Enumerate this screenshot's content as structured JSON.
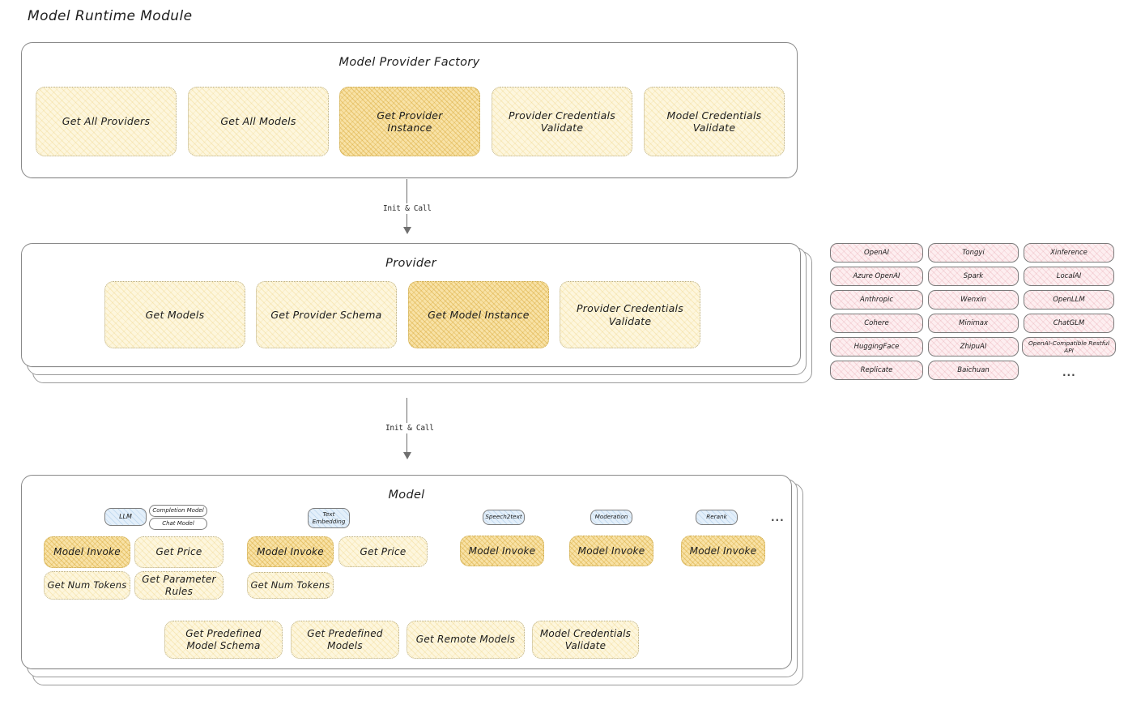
{
  "page": {
    "title": "Model Runtime Module"
  },
  "arrows": [
    {
      "label": "Init & Call"
    },
    {
      "label": "Init & Call"
    }
  ],
  "groups": [
    {
      "id": "model-provider-factory",
      "title": "Model Provider Factory",
      "boxes": [
        {
          "label": "Get All Providers",
          "highlight": false
        },
        {
          "label": "Get All Models",
          "highlight": false
        },
        {
          "label": "Get Provider Instance",
          "highlight": true
        },
        {
          "label": "Provider Credentials Validate",
          "highlight": false
        },
        {
          "label": "Model Credentials Validate",
          "highlight": false
        }
      ]
    },
    {
      "id": "provider",
      "title": "Provider",
      "boxes": [
        {
          "label": "Get Models",
          "highlight": false
        },
        {
          "label": "Get Provider Schema",
          "highlight": false
        },
        {
          "label": "Get Model Instance",
          "highlight": true
        },
        {
          "label": "Provider Credentials Validate",
          "highlight": false
        }
      ]
    },
    {
      "id": "model",
      "title": "Model",
      "shared_boxes": [
        {
          "label": "Get Predefined Model Schema"
        },
        {
          "label": "Get Predefined Models"
        },
        {
          "label": "Get Remote Models"
        },
        {
          "label": "Model Credentials Validate"
        }
      ]
    }
  ],
  "providers": {
    "columns": [
      {
        "items": [
          "OpenAI",
          "Azure OpenAI",
          "Anthropic",
          "Cohere",
          "HuggingFace",
          "Replicate"
        ]
      },
      {
        "items": [
          "Tongyi",
          "Spark",
          "Wenxin",
          "Minimax",
          "ZhipuAI",
          "Baichuan"
        ]
      },
      {
        "items": [
          "Xinference",
          "LocalAI",
          "OpenLLM",
          "ChatGLM",
          "OpenAI-Compatible Restful API"
        ]
      }
    ],
    "more_mark": "..."
  },
  "model_types": [
    {
      "badge": "LLM",
      "sub_badges": [
        "Completion Model",
        "Chat Model"
      ],
      "methods": [
        {
          "label": "Model Invoke",
          "highlight": true
        },
        {
          "label": "Get Price",
          "highlight": false
        },
        {
          "label": "Get Num Tokens",
          "highlight": false
        },
        {
          "label": "Get Parameter Rules",
          "highlight": false
        }
      ]
    },
    {
      "badge": "Text Embedding",
      "sub_badges": [],
      "methods": [
        {
          "label": "Model Invoke",
          "highlight": true
        },
        {
          "label": "Get Price",
          "highlight": false
        },
        {
          "label": "Get Num Tokens",
          "highlight": false
        }
      ]
    },
    {
      "badge": "Speech2text",
      "sub_badges": [],
      "methods": [
        {
          "label": "Model Invoke",
          "highlight": true
        }
      ]
    },
    {
      "badge": "Moderation",
      "sub_badges": [],
      "methods": [
        {
          "label": "Model Invoke",
          "highlight": true
        }
      ]
    },
    {
      "badge": "Rerank",
      "sub_badges": [],
      "methods": [
        {
          "label": "Model Invoke",
          "highlight": true
        }
      ]
    }
  ],
  "model_types_more_mark": "...",
  "colors": {
    "box_fill": "#fdf6dd",
    "box_fill_highlight": "#f8e2a6",
    "provider_fill": "#fdeef0",
    "badge_fill": "#e3effa",
    "stroke": "#8a8a8a",
    "text": "#1c1c1c"
  }
}
